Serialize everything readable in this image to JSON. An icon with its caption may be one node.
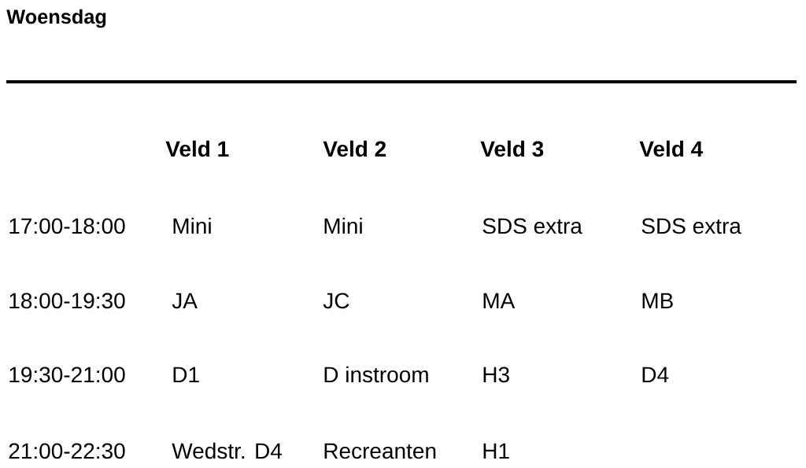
{
  "diagram": {
    "title": "Woensdag",
    "labels": [
      "Veld 1",
      "Veld 2",
      "Veld 3",
      "Veld 4",
      "17:00-18:00",
      "Mini",
      "Mini",
      "SDS extra",
      "SDS extra",
      "18:00-19:30",
      "JA",
      "JC",
      "MA",
      "MB",
      "19:30-21:00",
      "D1",
      "D instroom",
      "H3",
      "D4",
      "21:00-22:30",
      "Wedstr. D4",
      "Recreanten",
      "H1"
    ]
  }
}
